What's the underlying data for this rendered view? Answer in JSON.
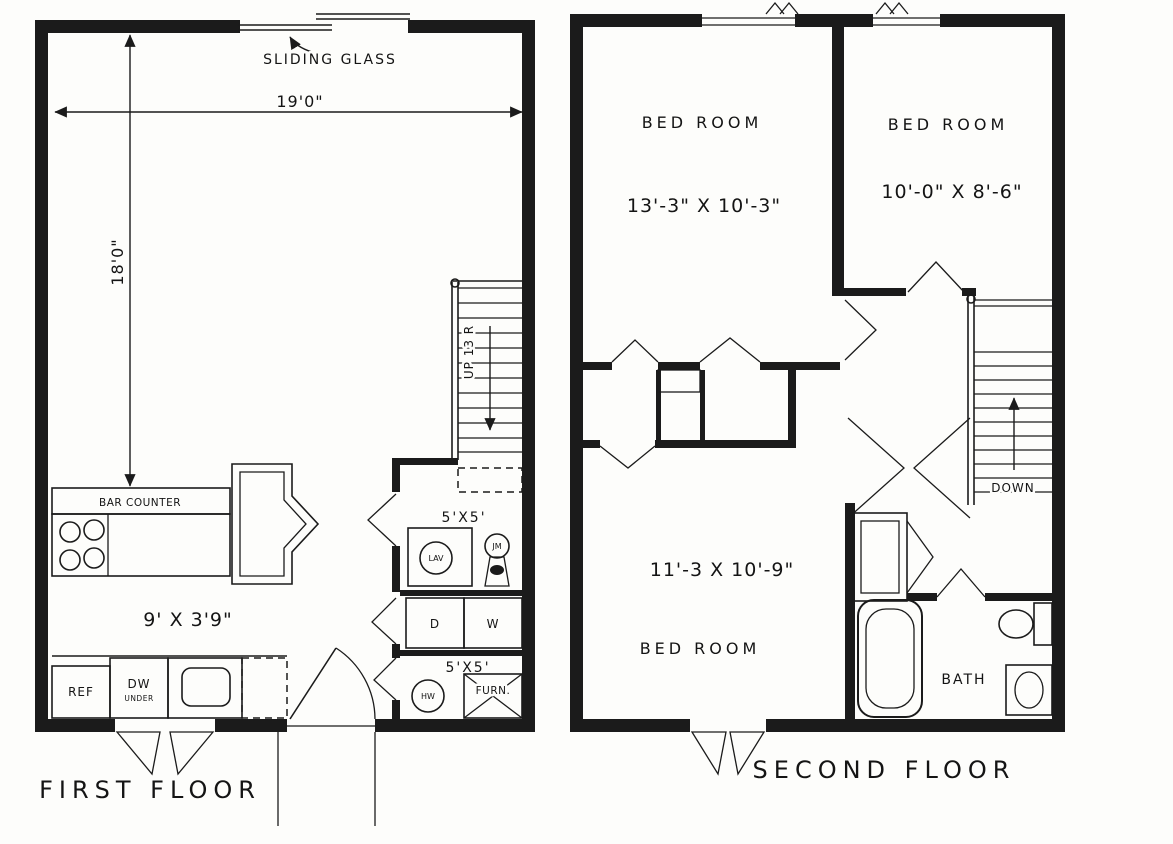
{
  "first_floor": {
    "title": "FIRST FLOOR",
    "sliding_glass_label": "SLIDING GLASS",
    "dims": {
      "width": "19'0\"",
      "height": "18'0\"",
      "kitchen": "9' X 3'9\"",
      "bath": "5'X5'",
      "utility": "5'X5'"
    },
    "labels": {
      "bar_counter": "BAR COUNTER",
      "ref": "REF",
      "dw": "DW",
      "dw_under": "UNDER",
      "stairs": "UP 13 R",
      "lav": "LAV",
      "sink": "JM",
      "dryer": "D",
      "washer": "W",
      "water_heater": "HW",
      "furnace": "FURN."
    }
  },
  "second_floor": {
    "title": "SECOND FLOOR",
    "bedroom1": {
      "name": "BED ROOM",
      "dim": "13'-3\" X 10'-3\""
    },
    "bedroom2": {
      "name": "BED ROOM",
      "dim": "10'-0\" X 8'-6\""
    },
    "bedroom3": {
      "name": "BED ROOM",
      "dim": "11'-3 X 10'-9\""
    },
    "labels": {
      "bath": "BATH",
      "down": "DOWN"
    }
  }
}
